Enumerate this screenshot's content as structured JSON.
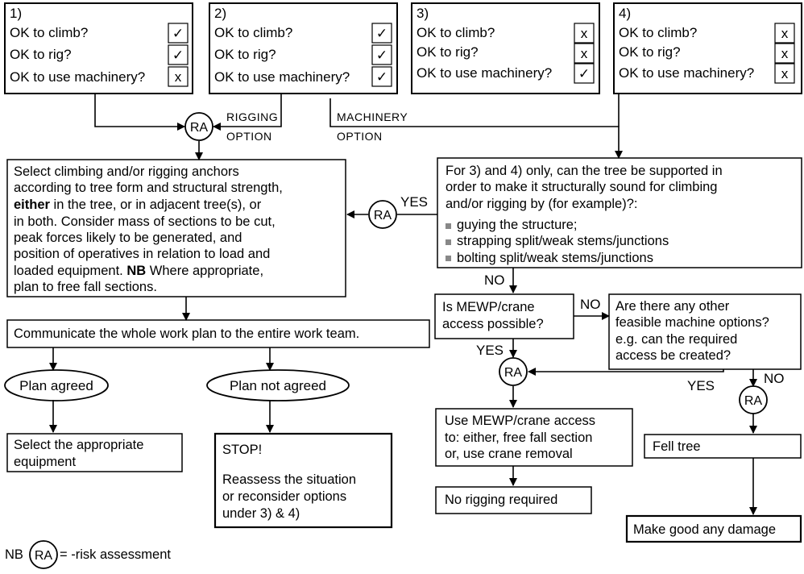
{
  "colors": {
    "line": "#000000",
    "bullet": "#888888",
    "background": "#ffffff"
  },
  "option_boxes": [
    {
      "number": "1)",
      "questions": [
        "OK to climb?",
        "OK to rig?",
        "OK to use machinery?"
      ],
      "answers": [
        "✓",
        "✓",
        "x"
      ]
    },
    {
      "number": "2)",
      "questions": [
        "OK to climb?",
        "OK to rig?",
        "OK to use machinery?"
      ],
      "answers": [
        "✓",
        "✓",
        "✓"
      ]
    },
    {
      "number": "3)",
      "questions": [
        "OK to climb?",
        "OK to rig?",
        "OK to use machinery?"
      ],
      "answers": [
        "x",
        "x",
        "✓"
      ]
    },
    {
      "number": "4)",
      "questions": [
        "OK to climb?",
        "OK to rig?",
        "OK to use machinery?"
      ],
      "answers": [
        "x",
        "x",
        "x"
      ]
    }
  ],
  "labels": {
    "rigging_option": [
      "RIGGING",
      "OPTION"
    ],
    "machinery_option": [
      "MACHINERY",
      "OPTION"
    ],
    "yes": "YES",
    "no": "NO",
    "ra": "RA"
  },
  "anchors_box": {
    "lines": [
      "Select climbing and/or rigging anchors",
      "according to tree form and structural strength,",
      [
        "either",
        " in the tree, or in adjacent tree(s), or"
      ],
      "in both. Consider mass of sections to be cut,",
      "peak forces likely to be generated, and",
      "position of operatives in relation to load and",
      [
        "loaded equipment. ",
        "NB",
        "  Where appropriate,"
      ],
      "plan to free fall sections."
    ]
  },
  "support_box": {
    "lines": [
      "For 3) and 4) only, can the tree be supported in",
      "order to make it structurally sound for climbing",
      "and/or rigging by (for example)?:"
    ],
    "bullets": [
      "guying the structure;",
      "strapping split/weak stems/junctions",
      "bolting split/weak stems/junctions"
    ]
  },
  "communicate_box": "Communicate the whole work plan to the entire work team.",
  "plan_agreed": "Plan agreed",
  "plan_not_agreed": "Plan not agreed",
  "select_equipment": [
    "Select the appropriate",
    "equipment"
  ],
  "stop_box": [
    "STOP!",
    "Reassess the situation",
    "or reconsider options",
    "under 3) & 4)"
  ],
  "mewp_question": [
    "Is MEWP/crane",
    "access possible?"
  ],
  "other_options_question": [
    "Are there any other",
    "feasible machine options?",
    "e.g. can the required",
    "access be created?"
  ],
  "use_mewp_box": [
    "Use MEWP/crane access",
    "to: either, free fall section",
    "or, use crane removal"
  ],
  "no_rigging": "No rigging required",
  "fell_tree": "Fell tree",
  "make_good": "Make good any damage",
  "legend": {
    "prefix": "NB",
    "text": "= -risk assessment"
  }
}
